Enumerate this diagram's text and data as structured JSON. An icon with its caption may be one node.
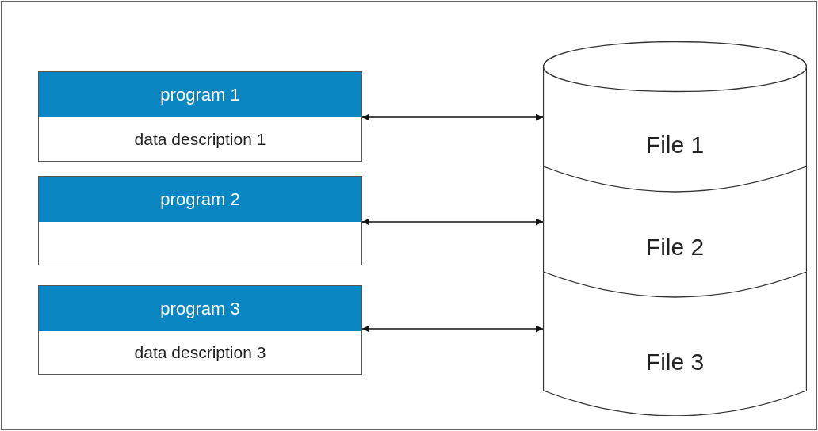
{
  "diagram": {
    "nodes": [
      {
        "text": [
          "program 1",
          "data description 1"
        ]
      },
      {
        "text": [
          "program 2"
        ]
      },
      {
        "text": [
          "program 3",
          "data description 3"
        ]
      },
      {
        "text": [
          "File 1"
        ]
      },
      {
        "text": [
          "File 2"
        ]
      },
      {
        "text": [
          "File 3"
        ]
      }
    ],
    "edges": [
      {
        "from": 0,
        "to": 3,
        "arrow": "both"
      },
      {
        "from": 1,
        "to": 4,
        "arrow": "both"
      },
      {
        "from": 2,
        "to": 5,
        "arrow": "both"
      }
    ]
  }
}
